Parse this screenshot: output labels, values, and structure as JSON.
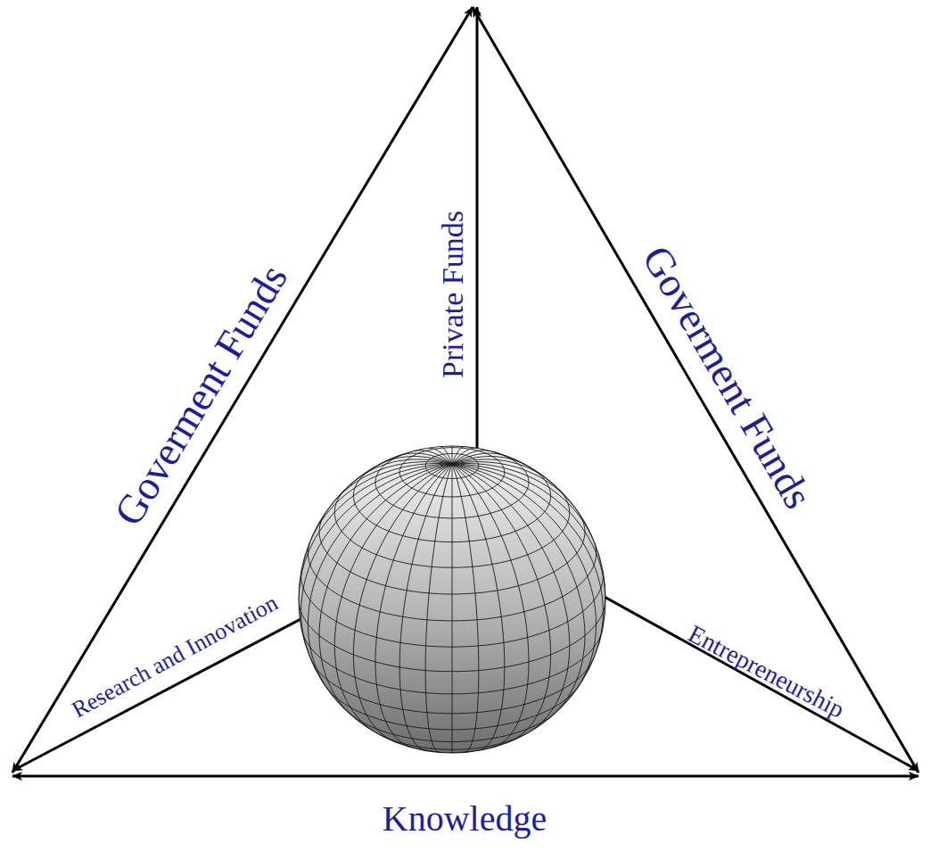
{
  "diagram": {
    "labels": [
      "Goverment Funds",
      "Private Funds",
      "Goverment Funds",
      "Research and Innovation",
      "Entrepreneurship",
      "Knowledge"
    ]
  }
}
